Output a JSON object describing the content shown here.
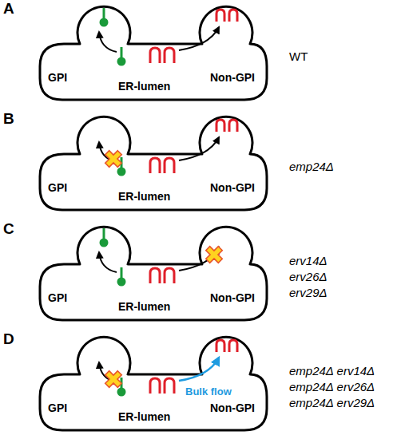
{
  "diagram": {
    "nodes": [
      {
        "text": [
          "GPI",
          "ER-lumen",
          "Non-GPI"
        ]
      },
      {
        "text": [
          "GPI",
          "ER-lumen",
          "Non-GPI"
        ]
      },
      {
        "text": [
          "GPI",
          "ER-lumen",
          "Non-GPI"
        ]
      },
      {
        "text": [
          "GPI",
          "ER-lumen",
          "Non-GPI"
        ]
      }
    ],
    "labels": [
      "A",
      "WT",
      "B",
      "emp24Δ",
      "C",
      "erv14Δ",
      "erv26Δ",
      "erv29Δ",
      "D",
      "Bulk flow",
      "emp24Δ erv14Δ",
      "emp24Δ erv26Δ",
      "emp24Δ erv29Δ"
    ]
  }
}
